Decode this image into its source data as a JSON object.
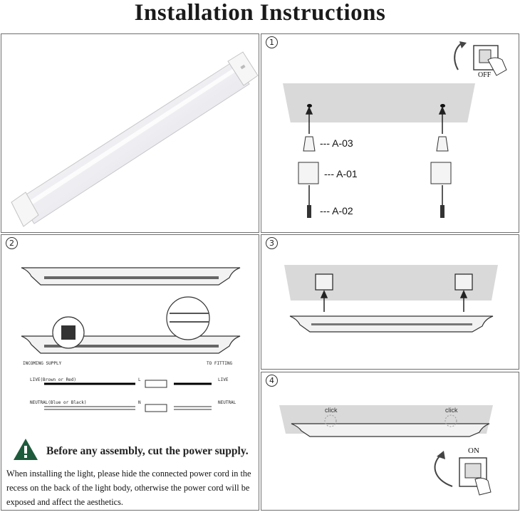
{
  "title": "Installation Instructions",
  "steps": {
    "s1": "1",
    "s2": "2",
    "s3": "3",
    "s4": "4"
  },
  "switch": {
    "off": "OFF",
    "on": "ON"
  },
  "parts": {
    "anchor": "--- A-03",
    "bracket": "--- A-01",
    "screw": "--- A-02"
  },
  "wiring": {
    "incoming": "INCOMING SUPPLY",
    "to_fitting": "TO FITTING",
    "live_in": "LIVE(Brown or Red)",
    "live_out": "LIVE",
    "neutral_in": "NEUTRAL(Blue or Black)",
    "neutral_out": "NEUTRAL",
    "term_l": "L",
    "term_n": "N"
  },
  "click": "click",
  "warning": "Before any assembly, cut the power supply.",
  "note": "When installing the light, please hide the connected power cord in the recess on the back of the light body, otherwise the power cord will be exposed and affect the aesthetics.",
  "colors": {
    "warning_icon": "#1e5b3c",
    "ceiling": "#d9d9d9",
    "border": "#6f6f6f"
  }
}
